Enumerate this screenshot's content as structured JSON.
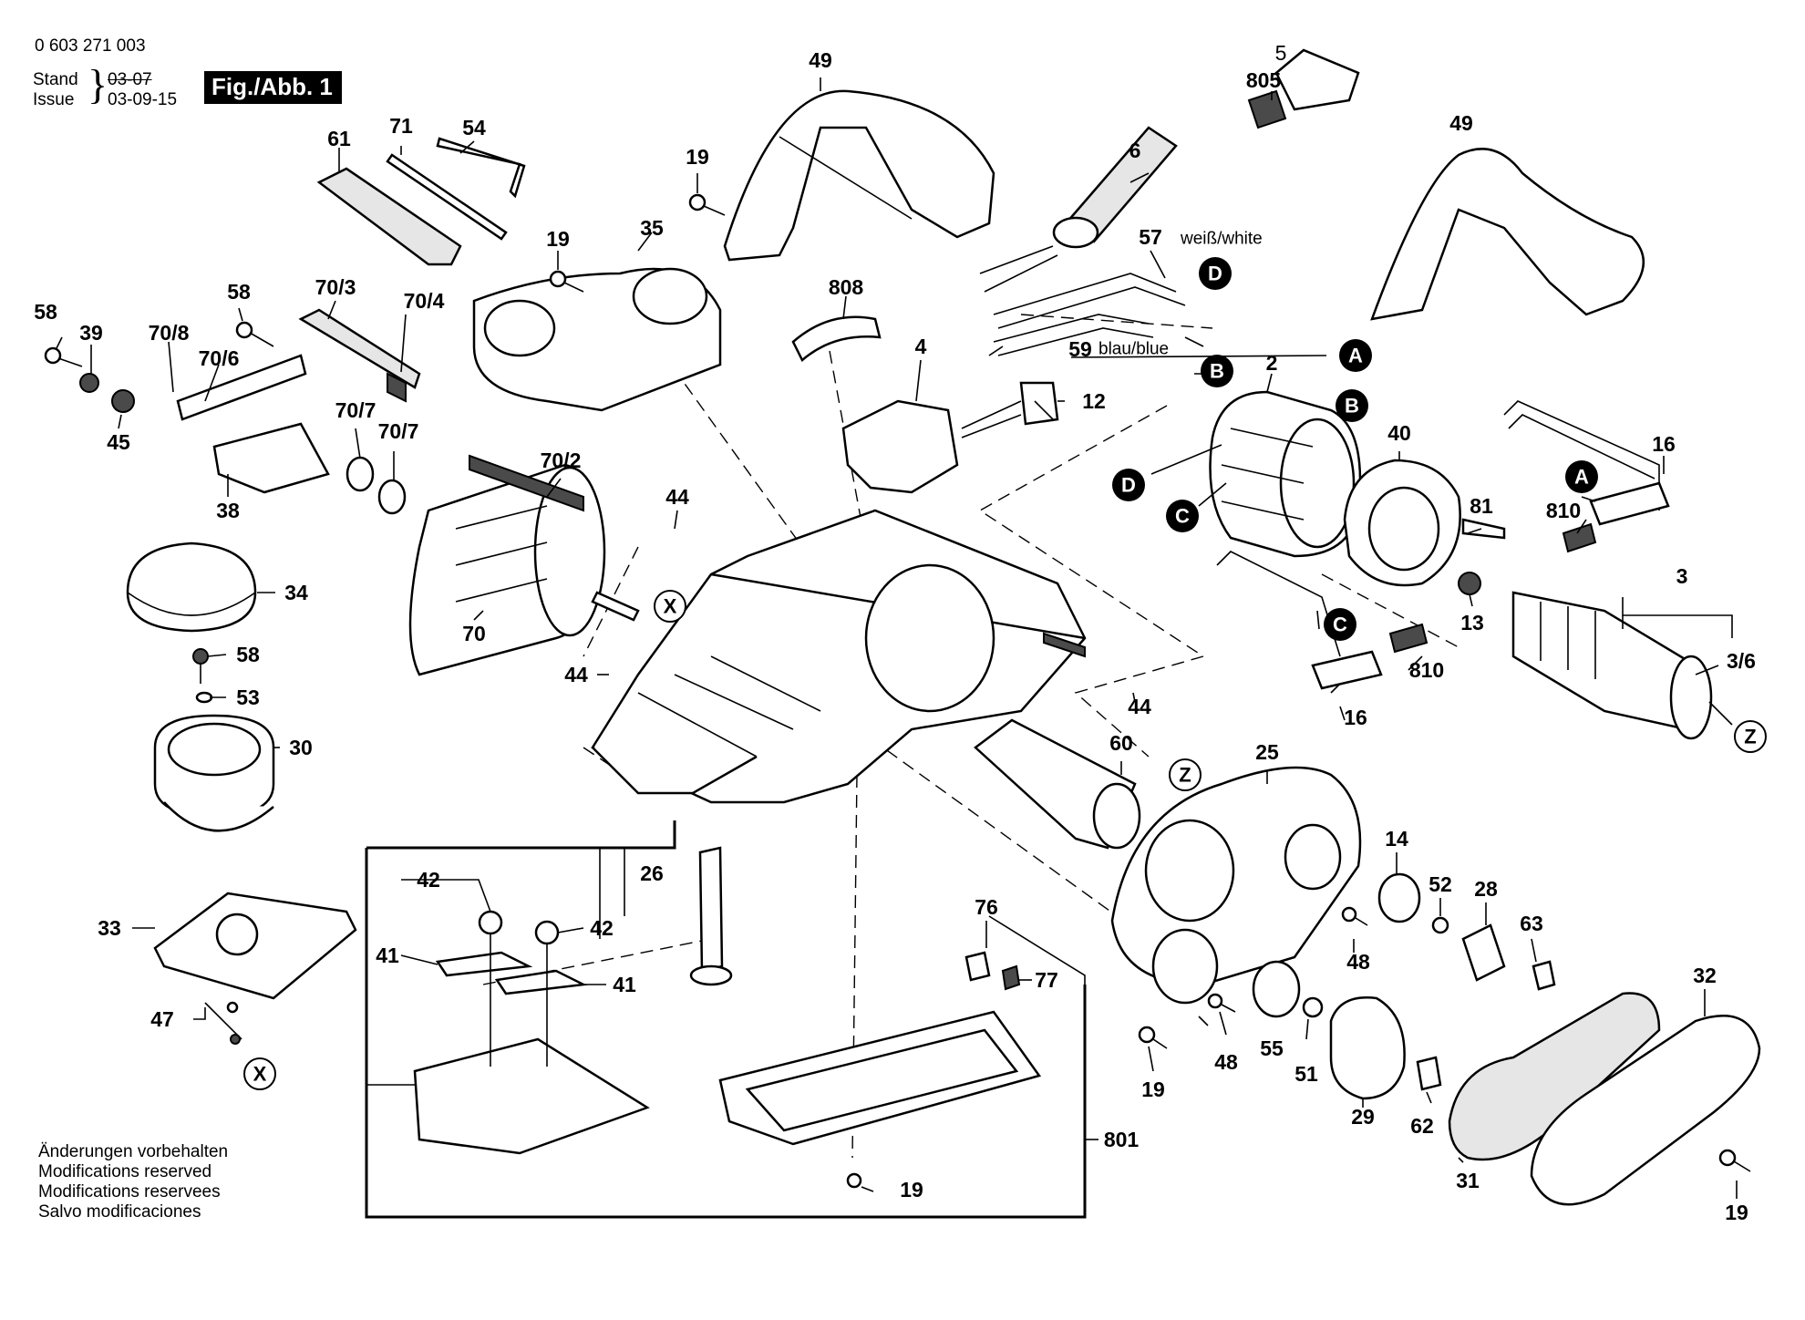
{
  "header": {
    "doc_number": "0 603 271 003",
    "stand_label": "Stand",
    "issue_label": "Issue",
    "old_date": "03-07",
    "new_date": "03-09-15",
    "fig_label": "Fig./Abb. 1"
  },
  "footer": {
    "lines": [
      "Änderungen vorbehalten",
      "Modifications reserved",
      "Modifications reservees",
      "Salvo modificaciones"
    ]
  },
  "notes": {
    "white": "weiß/white",
    "blue": "blau/blue"
  },
  "labels": {
    "l49a": "49",
    "l5": "5",
    "l805": "805",
    "l49b": "49",
    "l19a": "19",
    "l6": "6",
    "l61": "61",
    "l71": "71",
    "l54": "54",
    "l35": "35",
    "l19b": "19",
    "l57": "57",
    "l808": "808",
    "l58a": "58",
    "l39": "39",
    "l708": "70/8",
    "l58b": "58",
    "l703": "70/3",
    "l704": "70/4",
    "l706": "70/6",
    "l59": "59",
    "l4": "4",
    "l2": "2",
    "l12": "12",
    "l45": "45",
    "l707a": "70/7",
    "l707b": "70/7",
    "l702": "70/2",
    "l40": "40",
    "l16a": "16",
    "l38": "38",
    "l44a": "44",
    "l81": "81",
    "l810a": "810",
    "l34": "34",
    "l70": "70",
    "l13": "13",
    "l3": "3",
    "l58c": "58",
    "l44b": "44",
    "l810b": "810",
    "l36": "3/6",
    "l53": "53",
    "l44c": "44",
    "l16b": "16",
    "l30": "30",
    "l60": "60",
    "l25": "25",
    "l42a": "42",
    "l26": "26",
    "l14": "14",
    "l52": "52",
    "l33": "33",
    "l42b": "42",
    "l28": "28",
    "l76": "76",
    "l63": "63",
    "l41a": "41",
    "l77": "77",
    "l48a": "48",
    "l41b": "41",
    "l32": "32",
    "l47": "47",
    "l55": "55",
    "l48b": "48",
    "l51": "51",
    "l19c": "19",
    "l29": "29",
    "l62": "62",
    "l801": "801",
    "l31": "31",
    "l19d": "19",
    "l19e": "19"
  },
  "markers": {
    "mA1": "A",
    "mB1": "B",
    "mD1": "D",
    "mB2": "B",
    "mD2": "D",
    "mC1": "C",
    "mA2": "A",
    "mC2": "C",
    "mX1": "X",
    "mZ1": "Z",
    "mZ2": "Z",
    "mX2": "X"
  }
}
